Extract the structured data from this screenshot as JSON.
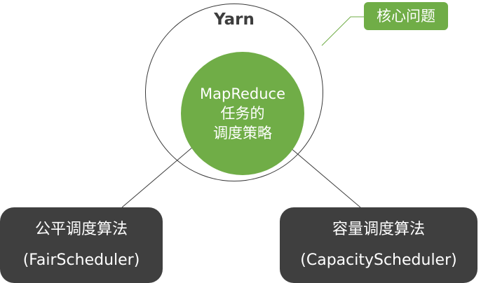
{
  "diagram": {
    "container_label": "Yarn",
    "center": {
      "line1": "MapReduce",
      "line2": "任务的",
      "line3": "调度策略"
    },
    "callout": "核心问题",
    "schedulers": [
      {
        "name": "公平调度算法",
        "class_name": "(FairScheduler)"
      },
      {
        "name": "容量调度算法",
        "class_name": "(CapacityScheduler)"
      }
    ]
  },
  "colors": {
    "accent_green": "#70ad47",
    "box_dark": "#3f3f3f",
    "line_gray": "#3a3a3a",
    "callout_line": "#70ad47"
  }
}
